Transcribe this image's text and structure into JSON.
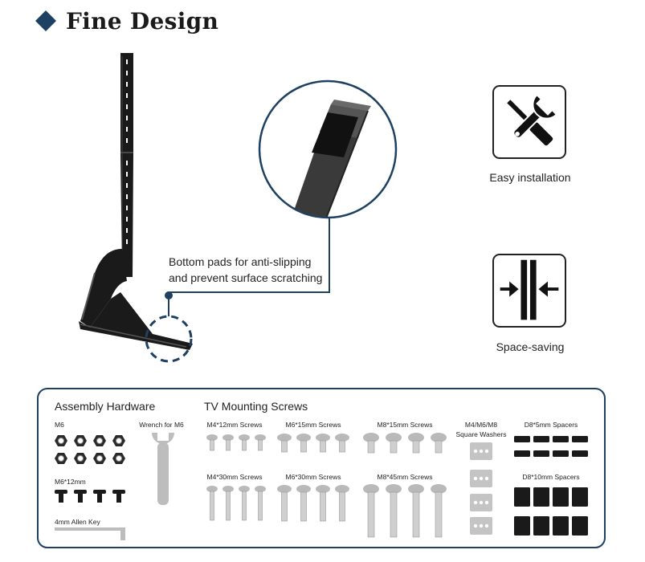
{
  "header": {
    "title": "Fine Design",
    "accent_color": "#1d4063"
  },
  "callout": {
    "line1": "Bottom pads for anti-slipping",
    "line2": "and prevent surface scratching"
  },
  "features": [
    {
      "label": "Easy installation",
      "icon": "wrench-screwdriver-icon"
    },
    {
      "label": "Space-saving",
      "icon": "compress-arrows-icon"
    }
  ],
  "hardware": {
    "assembly_heading": "Assembly Hardware",
    "mounting_heading": "TV Mounting Screws",
    "items": {
      "m6_nuts": "M6",
      "wrench": "Wrench for M6",
      "m6x12": "M6*12mm",
      "allen_key": "4mm Allen Key",
      "m4x12": "M4*12mm Screws",
      "m6x15": "M6*15mm Screws",
      "m8x15": "M8*15mm Screws",
      "washers": "M4/M6/M8",
      "washers_line2": "Square Washers",
      "d8x5": "D8*5mm Spacers",
      "m4x30": "M4*30mm Screws",
      "m6x30": "M6*30mm Screws",
      "m8x45": "M8*45mm Screws",
      "d8x10": "D8*10mm Spacers"
    }
  }
}
